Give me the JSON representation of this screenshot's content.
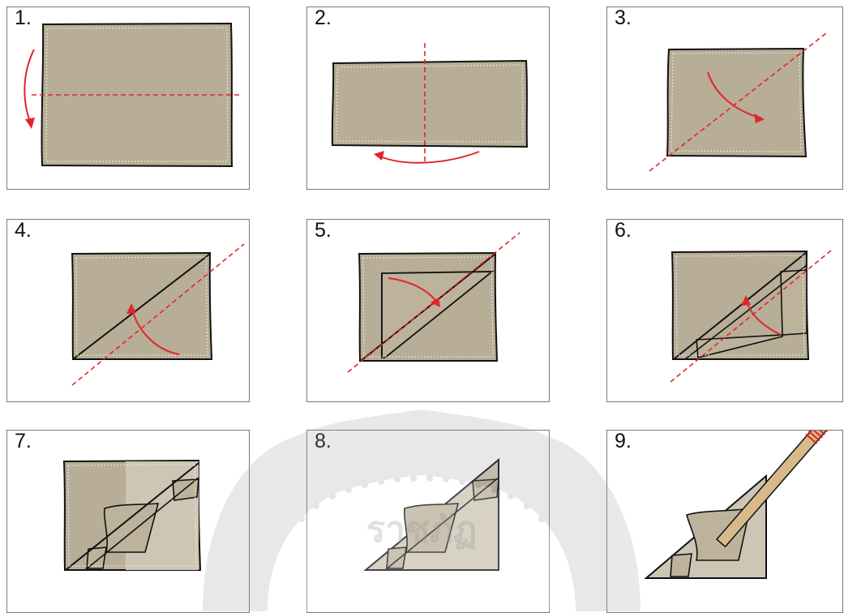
{
  "steps": [
    {
      "label": "1."
    },
    {
      "label": "2."
    },
    {
      "label": "3."
    },
    {
      "label": "4."
    },
    {
      "label": "5."
    },
    {
      "label": "6."
    },
    {
      "label": "7."
    },
    {
      "label": "8."
    },
    {
      "label": "9."
    }
  ],
  "colors": {
    "fabric": "#b8ad97",
    "fabric_light": "#cec6b5",
    "outline": "#111111",
    "fold_line": "#e0262b",
    "arrow": "#e0262b",
    "stick": "#d8b98a",
    "panel_border": "#7a7a7a"
  },
  "watermark": {
    "logo_text": "ราชภัฏ"
  }
}
